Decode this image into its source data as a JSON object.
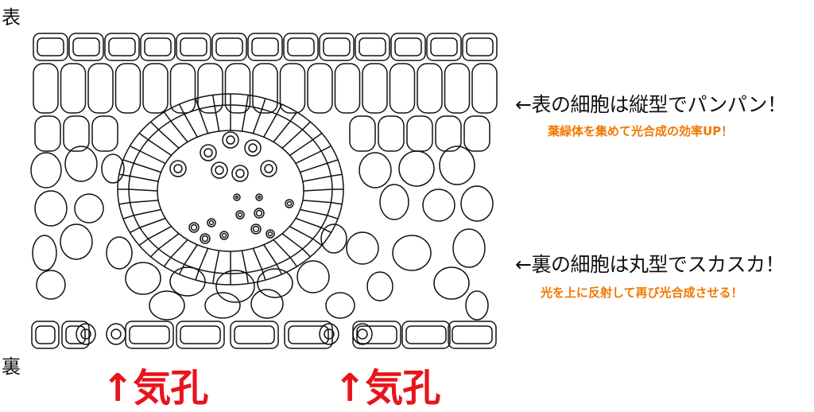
{
  "labels": {
    "top_side": "表",
    "bottom_side": "裏"
  },
  "annotations": [
    {
      "main": "←表の細胞は縦型でパンパン！",
      "sub": "葉緑体を集めて光合成の効率UP！"
    },
    {
      "main": "←裏の細胞は丸型でスカスカ！",
      "sub": "光を上に反射して再び光合成させる！"
    }
  ],
  "stomata": [
    {
      "label": "↑気孔"
    },
    {
      "label": "↑気孔"
    }
  ],
  "colors": {
    "outline": "#111111",
    "sub_text": "#f07800",
    "stoma_text": "#e8141b"
  }
}
